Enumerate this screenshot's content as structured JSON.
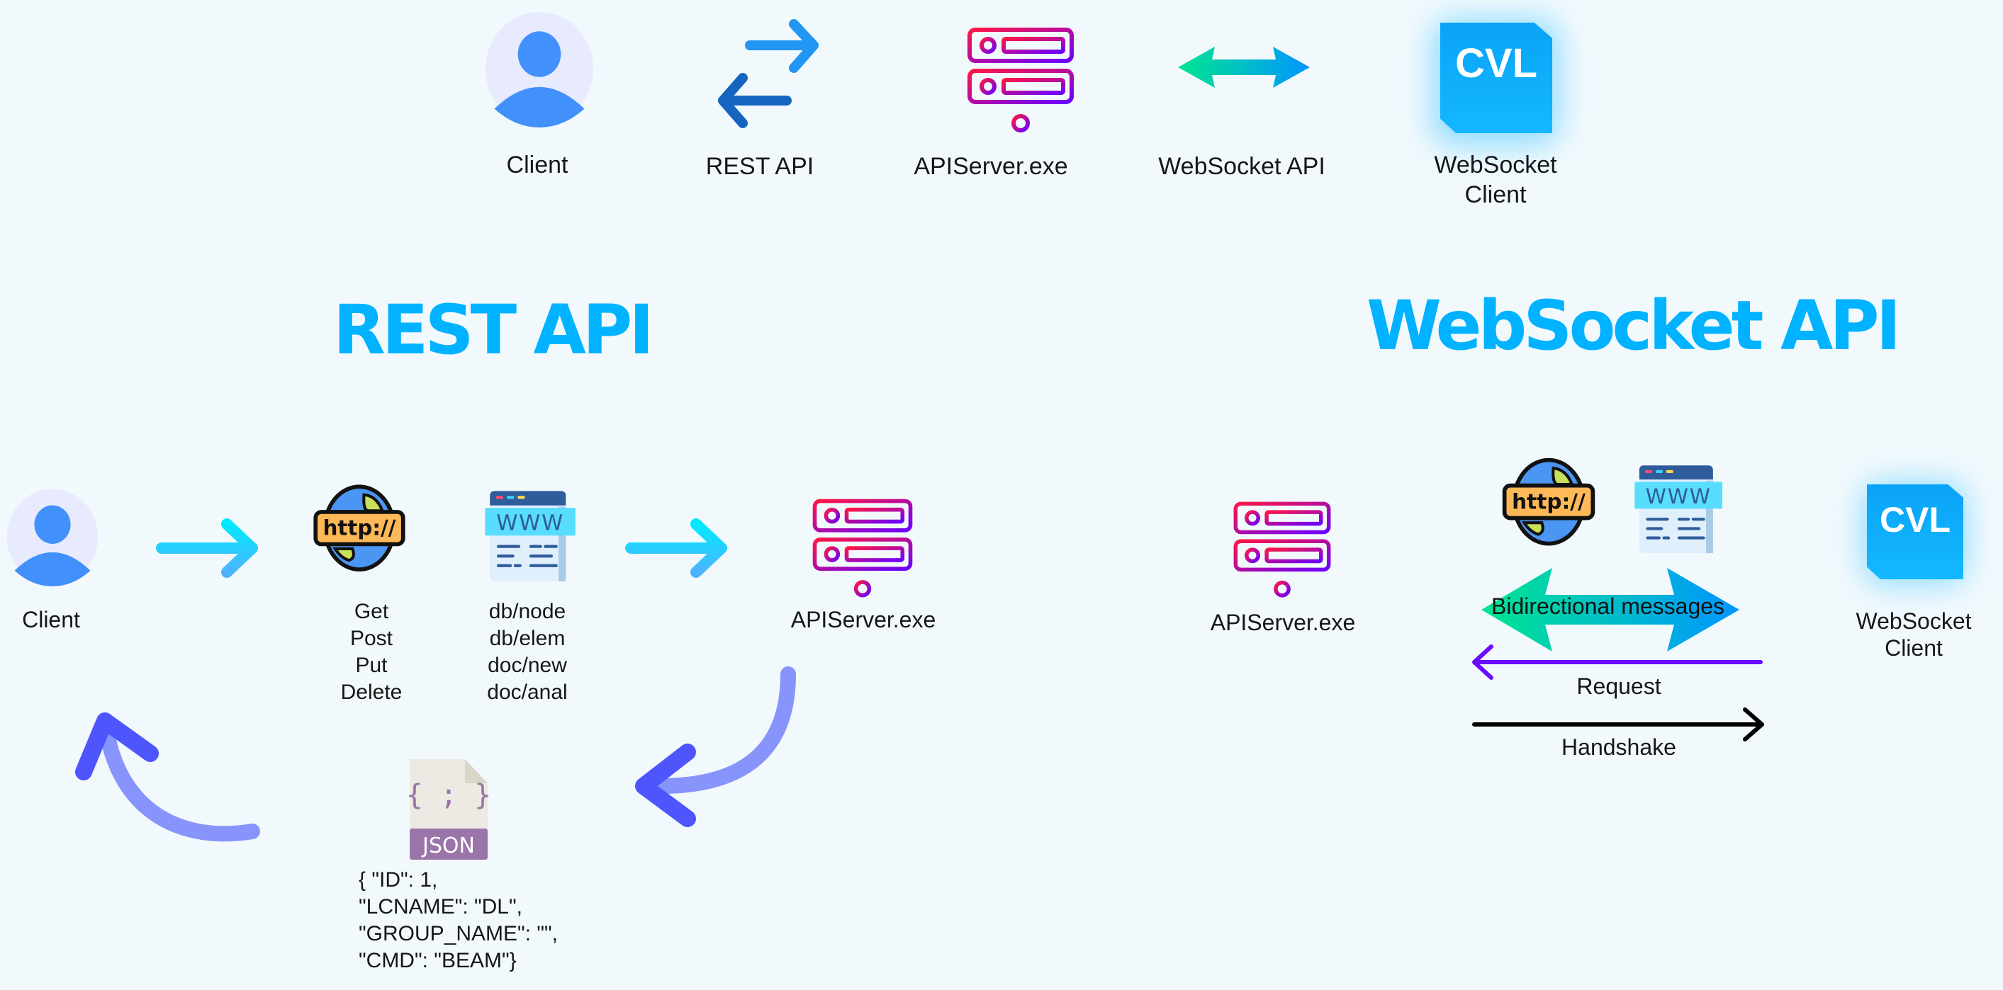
{
  "legend": {
    "items": [
      {
        "icon": "user-avatar-icon",
        "label": "Client"
      },
      {
        "icon": "swap-arrows-icon",
        "label": "REST API"
      },
      {
        "icon": "server-icon",
        "label": "APIServer.exe"
      },
      {
        "icon": "double-arrow-icon",
        "label": "WebSocket API"
      },
      {
        "icon": "cvl-logo-icon",
        "label": "WebSocket\nClient",
        "logo_text": "CVL"
      }
    ]
  },
  "rest": {
    "title": "REST API",
    "client_label": "Client",
    "http_icon_text": "http://",
    "www_icon_text": "WWW",
    "methods": [
      "Get",
      "Post",
      "Put",
      "Delete"
    ],
    "endpoints": [
      "db/node",
      "db/elem",
      "doc/new",
      "doc/anal"
    ],
    "server_label": "APIServer.exe",
    "json_badge": "JSON",
    "json_glyph": "{ ; }",
    "json_payload": [
      "{ \"ID\": 1,",
      "\"LCNAME\": \"DL\",",
      "\"GROUP_NAME\": \"\",",
      "\"CMD\": \"BEAM\"}"
    ]
  },
  "websocket": {
    "title": "WebSocket API",
    "server_label": "APIServer.exe",
    "http_icon_text": "http://",
    "www_icon_text": "WWW",
    "bidirectional_label": "Bidirectional messages",
    "request_label": "Request",
    "handshake_label": "Handshake",
    "client_label": "WebSocket\nClient",
    "logo_text": "CVL"
  },
  "colors": {
    "background": "#f2f9fd",
    "heading": "#00b2ff",
    "avatar": "#4290fb",
    "avatar_bg": "#e6ebfd",
    "request_arrow": "#6a0dff",
    "handshake_arrow": "#000000",
    "curve_arrow_light": "#8794fb",
    "curve_arrow_dark": "#4e55fd"
  }
}
